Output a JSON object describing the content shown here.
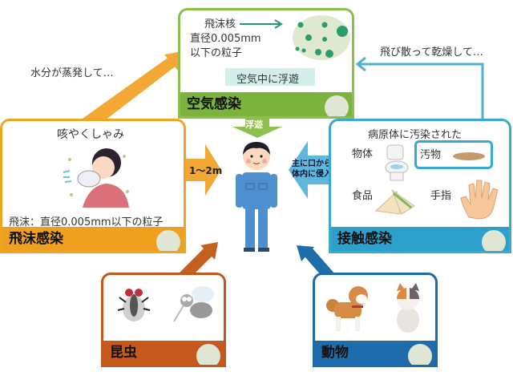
{
  "colors": {
    "air": "#7bb33c",
    "droplet": "#f0a020",
    "contact": "#2ea0cc",
    "insect": "#c65a1c",
    "animal": "#1f6cad"
  },
  "air_panel": {
    "title": "空気感染",
    "nucleus_label": "飛沫核",
    "size_line1": "直径0.005mm",
    "size_line2": "以下の粒子",
    "float_label": "空気中に浮遊"
  },
  "droplet_panel": {
    "title": "飛沫感染",
    "caption_top": "咳やくしゃみ",
    "caption_bottom": "飛沫：直径0.005mm以下の粒子"
  },
  "contact_panel": {
    "title": "接触感染",
    "heading": "病原体に汚染された",
    "items": [
      "物体",
      "汚物",
      "食品",
      "手指"
    ]
  },
  "insect_panel": {
    "title": "昆虫"
  },
  "animal_panel": {
    "title": "動物"
  },
  "arrows": {
    "evaporate": "水分が蒸発して…",
    "scatter_dry": "飛び散って乾燥して…",
    "float": "浮遊",
    "distance": "1～2m",
    "mouth_line1": "主に口から",
    "mouth_line2": "体内に侵入"
  }
}
